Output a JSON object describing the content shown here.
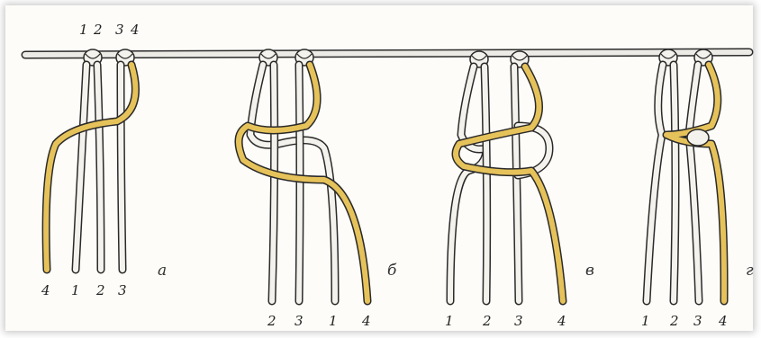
{
  "colors": {
    "white_cord": "#f4f2ec",
    "yellow_cord": "#e6c25a",
    "outline": "#2a2a2a",
    "bar": "#e8e6e0"
  },
  "top_numbers": [
    "1",
    "2",
    "3",
    "4"
  ],
  "panels": [
    {
      "letter": "а",
      "bottom_labels": [
        "4",
        "1",
        "2",
        "3"
      ]
    },
    {
      "letter": "б",
      "bottom_labels": [
        "2",
        "3",
        "1",
        "4"
      ]
    },
    {
      "letter": "в",
      "bottom_labels": [
        "1",
        "2",
        "3",
        "4"
      ]
    },
    {
      "letter": "г",
      "bottom_labels": [
        "1",
        "2",
        "3",
        "4"
      ]
    }
  ]
}
